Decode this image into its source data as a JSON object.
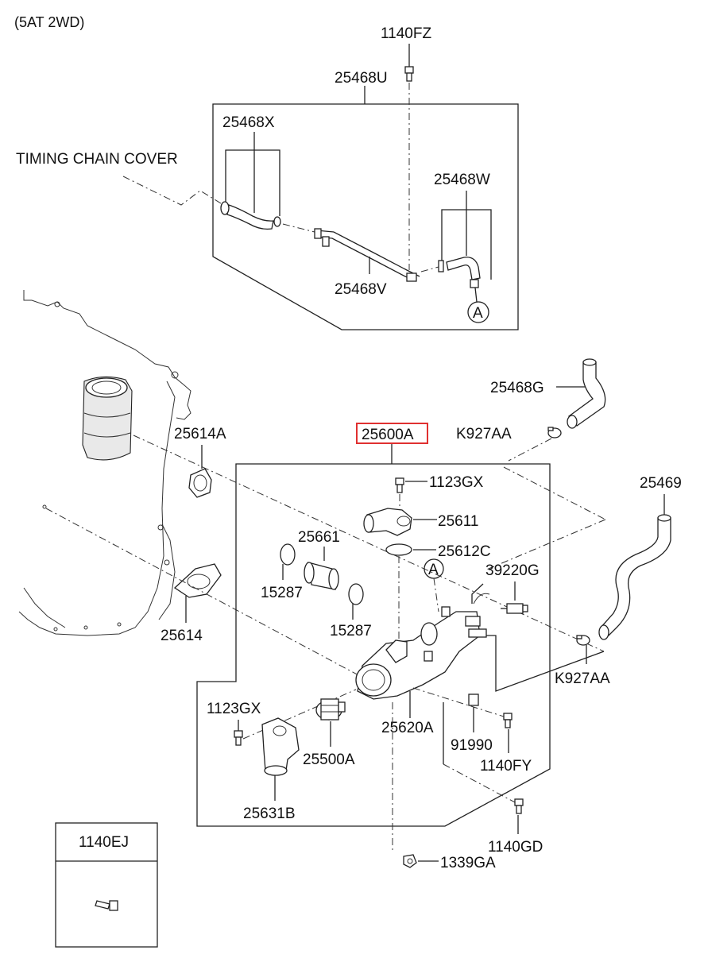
{
  "header": {
    "variant": "(5AT 2WD)"
  },
  "labels": {
    "p1140FZ": "1140FZ",
    "p25468U": "25468U",
    "p25468X": "25468X",
    "timing": "TIMING CHAIN COVER",
    "p25468W": "25468W",
    "p25468V": "25468V",
    "refA": "A",
    "p25468G": "25468G",
    "p25614A": "25614A",
    "p25600A": "25600A",
    "pK927AA_1": "K927AA",
    "p1123GX_1": "1123GX",
    "p25611": "25611",
    "p25469": "25469",
    "p25661": "25661",
    "p25612C": "25612C",
    "refA2": "A",
    "p39220G": "39220G",
    "p15287_1": "15287",
    "p15287_2": "15287",
    "p25614": "25614",
    "pK927AA_2": "K927AA",
    "p1123GX_2": "1123GX",
    "p25620A": "25620A",
    "p91990": "91990",
    "p25500A": "25500A",
    "p1140FY": "1140FY",
    "p25631B": "25631B",
    "p1140EJ": "1140EJ",
    "p1140GD": "1140GD",
    "p1339GA": "1339GA"
  },
  "highlight_color": "#e03030"
}
